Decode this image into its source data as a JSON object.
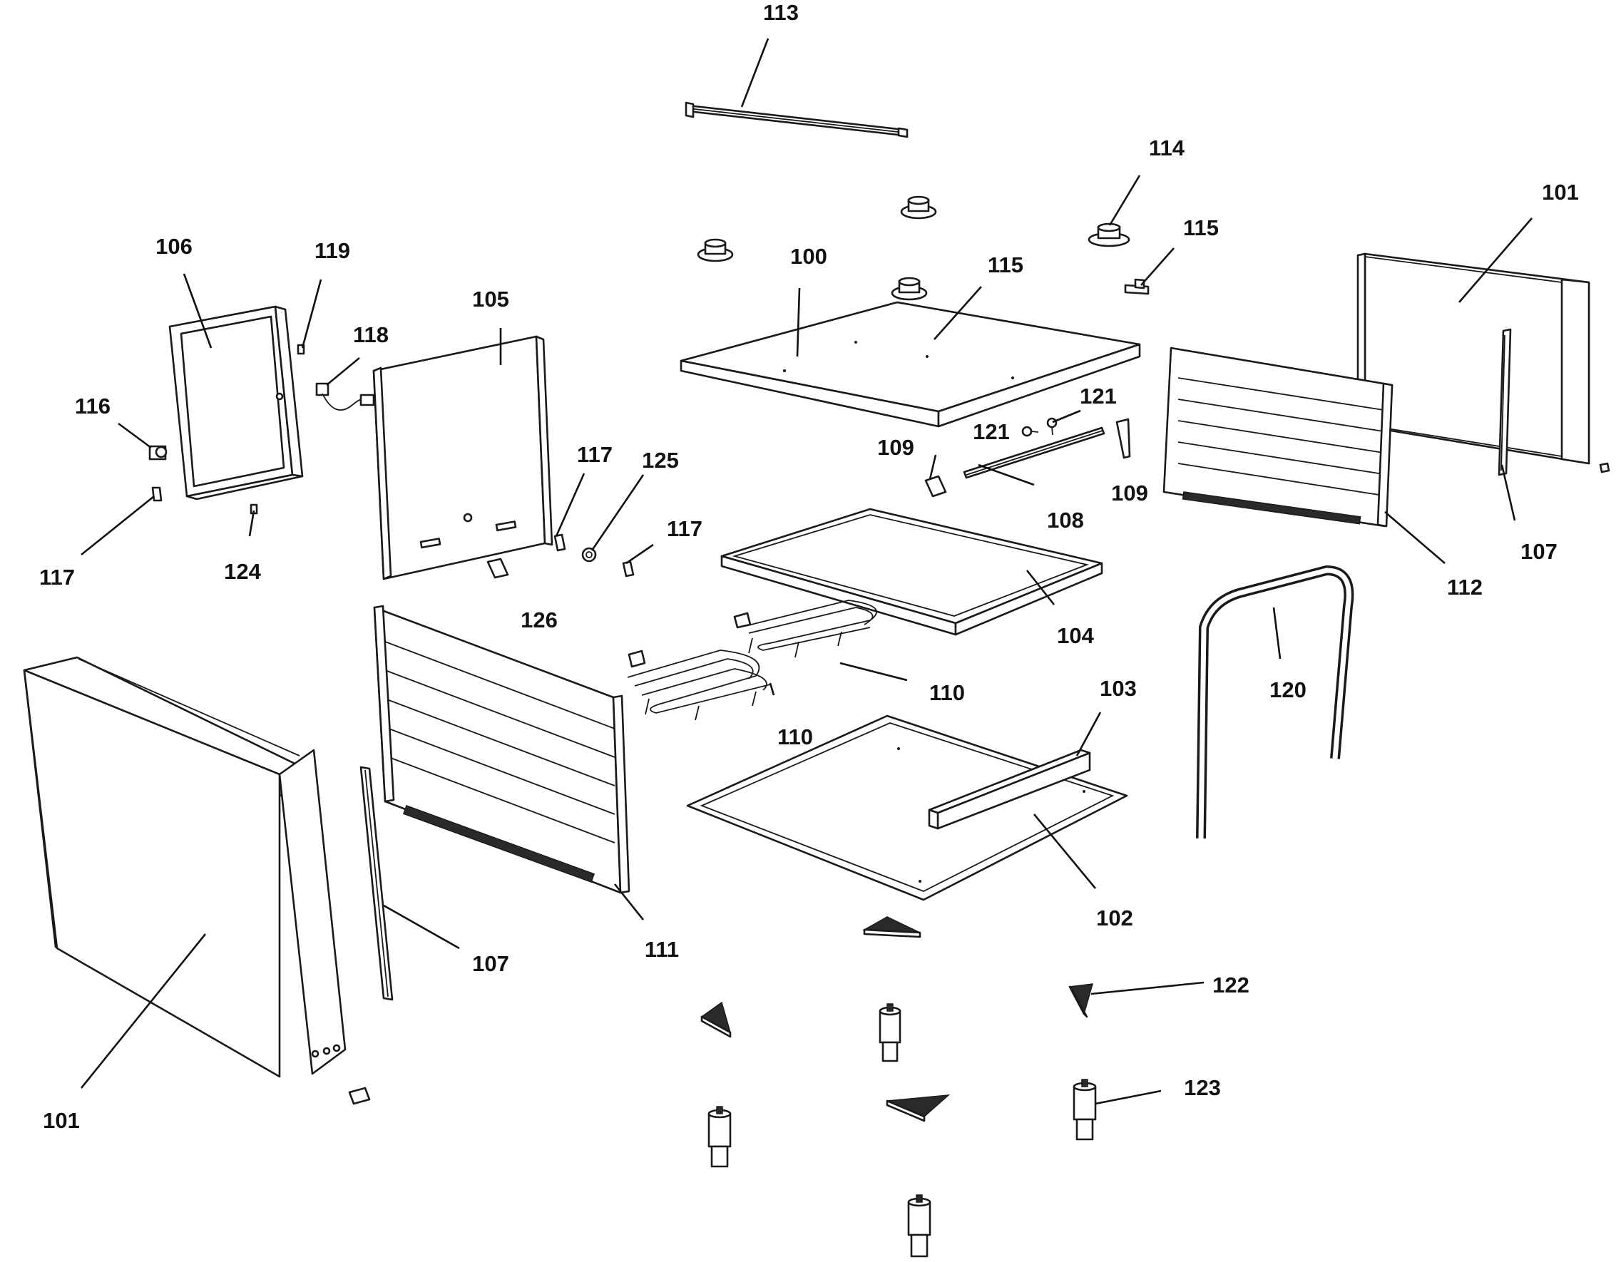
{
  "diagram": {
    "callouts": [
      {
        "id": "c113",
        "label": "113"
      },
      {
        "id": "c114",
        "label": "114"
      },
      {
        "id": "c101a",
        "label": "101"
      },
      {
        "id": "c106",
        "label": "106"
      },
      {
        "id": "c119",
        "label": "119"
      },
      {
        "id": "c100",
        "label": "100"
      },
      {
        "id": "c115a",
        "label": "115"
      },
      {
        "id": "c115b",
        "label": "115"
      },
      {
        "id": "c105",
        "label": "105"
      },
      {
        "id": "c118",
        "label": "118"
      },
      {
        "id": "c121a",
        "label": "121"
      },
      {
        "id": "c121b",
        "label": "121"
      },
      {
        "id": "c116",
        "label": "116"
      },
      {
        "id": "c117a",
        "label": "117"
      },
      {
        "id": "c125",
        "label": "125"
      },
      {
        "id": "c109a",
        "label": "109"
      },
      {
        "id": "c109b",
        "label": "109"
      },
      {
        "id": "c108",
        "label": "108"
      },
      {
        "id": "c117b",
        "label": "117"
      },
      {
        "id": "c107a",
        "label": "107"
      },
      {
        "id": "c117c",
        "label": "117"
      },
      {
        "id": "c124",
        "label": "124"
      },
      {
        "id": "c112",
        "label": "112"
      },
      {
        "id": "c126",
        "label": "126"
      },
      {
        "id": "c104",
        "label": "104"
      },
      {
        "id": "c120",
        "label": "120"
      },
      {
        "id": "c110a",
        "label": "110"
      },
      {
        "id": "c103",
        "label": "103"
      },
      {
        "id": "c110b",
        "label": "110"
      },
      {
        "id": "c102",
        "label": "102"
      },
      {
        "id": "c111",
        "label": "111"
      },
      {
        "id": "c107b",
        "label": "107"
      },
      {
        "id": "c122",
        "label": "122"
      },
      {
        "id": "c123",
        "label": "123"
      },
      {
        "id": "c101b",
        "label": "101"
      }
    ]
  }
}
